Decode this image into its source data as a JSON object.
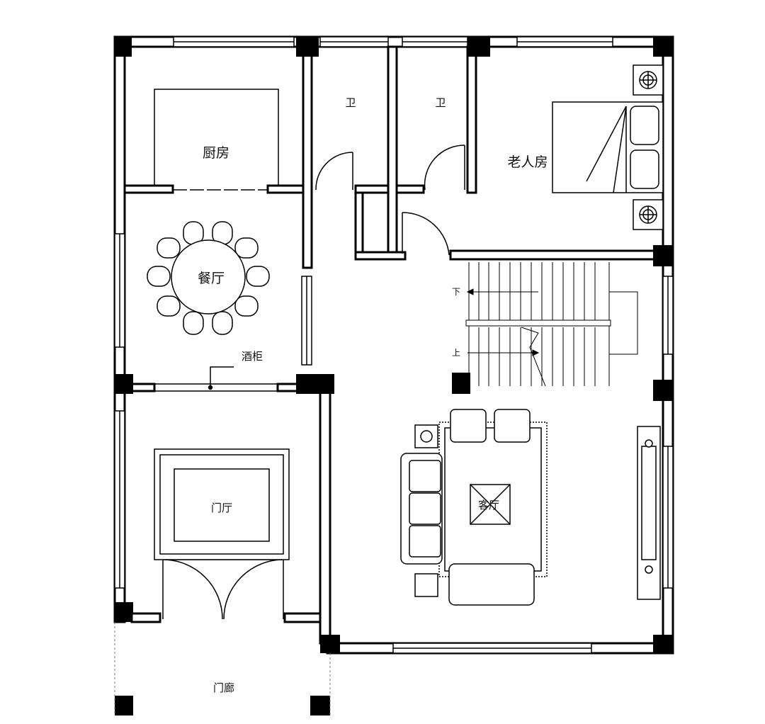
{
  "rooms": {
    "kitchen": "厨房",
    "bath1": "卫",
    "bath2": "卫",
    "elder_room": "老人房",
    "dining": "餐厅",
    "wine_cabinet": "酒柜",
    "stairs_down": "下",
    "stairs_up": "上",
    "foyer": "门厅",
    "living": "客厅",
    "porch": "门廊"
  },
  "colors": {
    "wall": "#000000",
    "line": "#222222",
    "background": "#ffffff"
  }
}
